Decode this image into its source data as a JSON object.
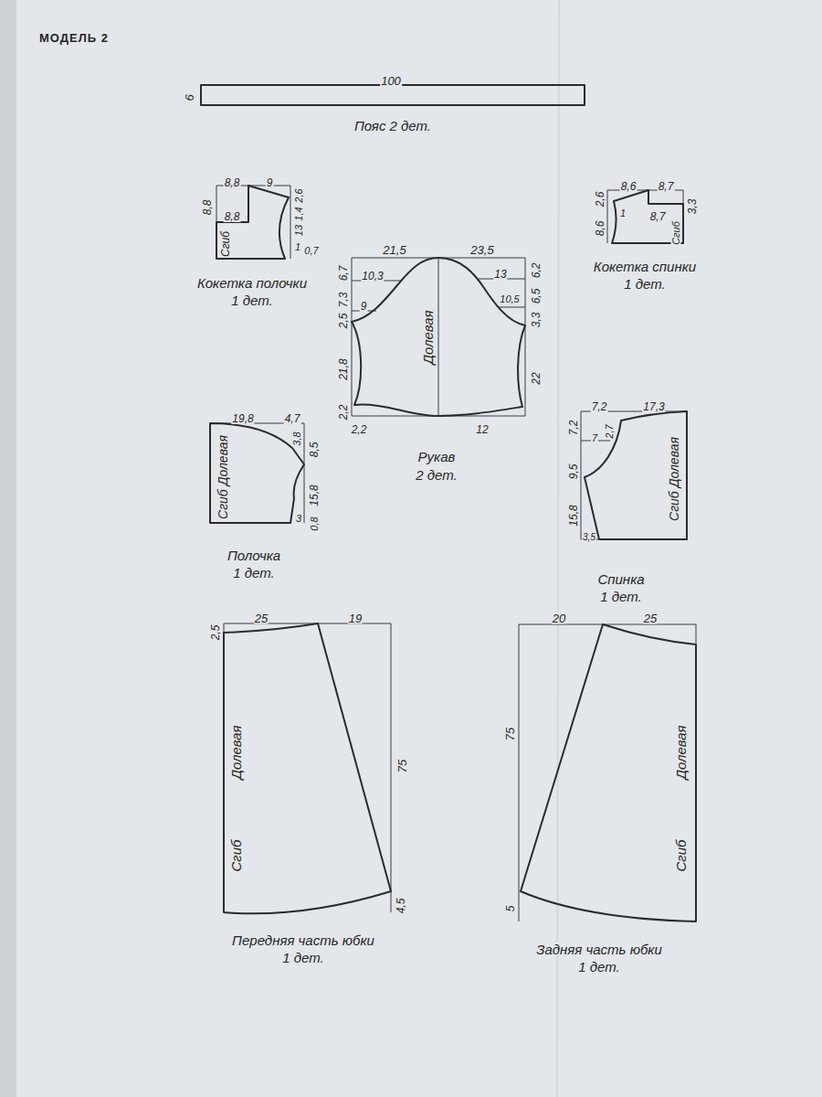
{
  "diagram": {
    "title": "МОДЕЛЬ 2",
    "nodes": [
      {
        "text": [
          "Пояс 2 дет."
        ]
      },
      {
        "text": [
          "Сгиб",
          "Кокетка полочки",
          "1 дет."
        ]
      },
      {
        "text": [
          "Сгиб",
          "Кокетка спинки",
          "1 дет."
        ]
      },
      {
        "text": [
          "Долевая",
          "Рукав",
          "2 дет."
        ]
      },
      {
        "text": [
          "Сгиб Долевая",
          "Полочка",
          "1 дет."
        ]
      },
      {
        "text": [
          "Сгиб Долевая",
          "Спинка",
          "1 дет."
        ]
      },
      {
        "text": [
          "Сгиб",
          "Долевая",
          "Передняя часть юбки",
          "1 дет."
        ]
      },
      {
        "text": [
          "Сгиб",
          "Долевая",
          "Задняя часть юбки",
          "1 дет."
        ]
      }
    ],
    "labels": [
      "100",
      "6",
      "8,8",
      "9",
      "8,8",
      "2,6",
      "1,4",
      "8,8",
      "13",
      "1",
      "0,7",
      "8,6",
      "8,7",
      "2,6",
      "1",
      "3,3",
      "8,7",
      "8,6",
      "21,5",
      "23,5",
      "6,7",
      "10,3",
      "13",
      "6,2",
      "7,3",
      "9",
      "10,5",
      "6,5",
      "2,5",
      "3,3",
      "21,8",
      "22",
      "2,2",
      "2,2",
      "12",
      "19,8",
      "4,7",
      "3,8",
      "8,5",
      "15,8",
      "3",
      "0,8",
      "7,2",
      "17,3",
      "7,2",
      "2,7",
      "7",
      "9,5",
      "15,8",
      "3,5",
      "25",
      "19",
      "2,5",
      "75",
      "4,5",
      "20",
      "25",
      "75",
      "5"
    ]
  }
}
